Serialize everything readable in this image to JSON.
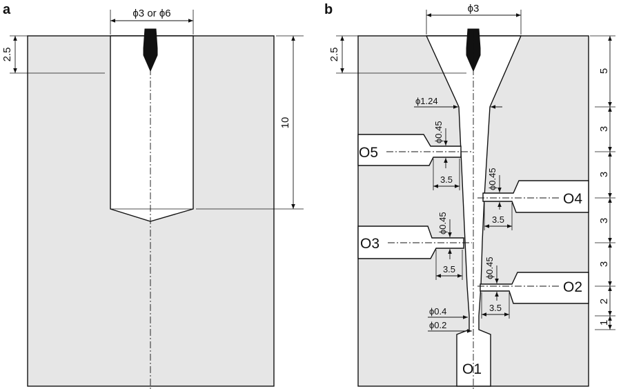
{
  "panel_a": {
    "label": "a",
    "dim_diameter": "ϕ3 or ϕ6",
    "dim_depth": "2.5",
    "dim_length": "10"
  },
  "panel_b": {
    "label": "b",
    "dim_diameter": "ϕ3",
    "dim_depth": "2.5",
    "dim_d124": "ϕ1.24",
    "dim_d045": "ϕ0.45",
    "dim_35": "3.5",
    "dim_d04": "ϕ0.4",
    "dim_d02": "ϕ0.2",
    "right_dims": [
      "5",
      "3",
      "3",
      "3",
      "3",
      "2",
      "1"
    ],
    "outlets": {
      "o1": "O1",
      "o2": "O2",
      "o3": "O3",
      "o4": "O4",
      "o5": "O5"
    }
  }
}
